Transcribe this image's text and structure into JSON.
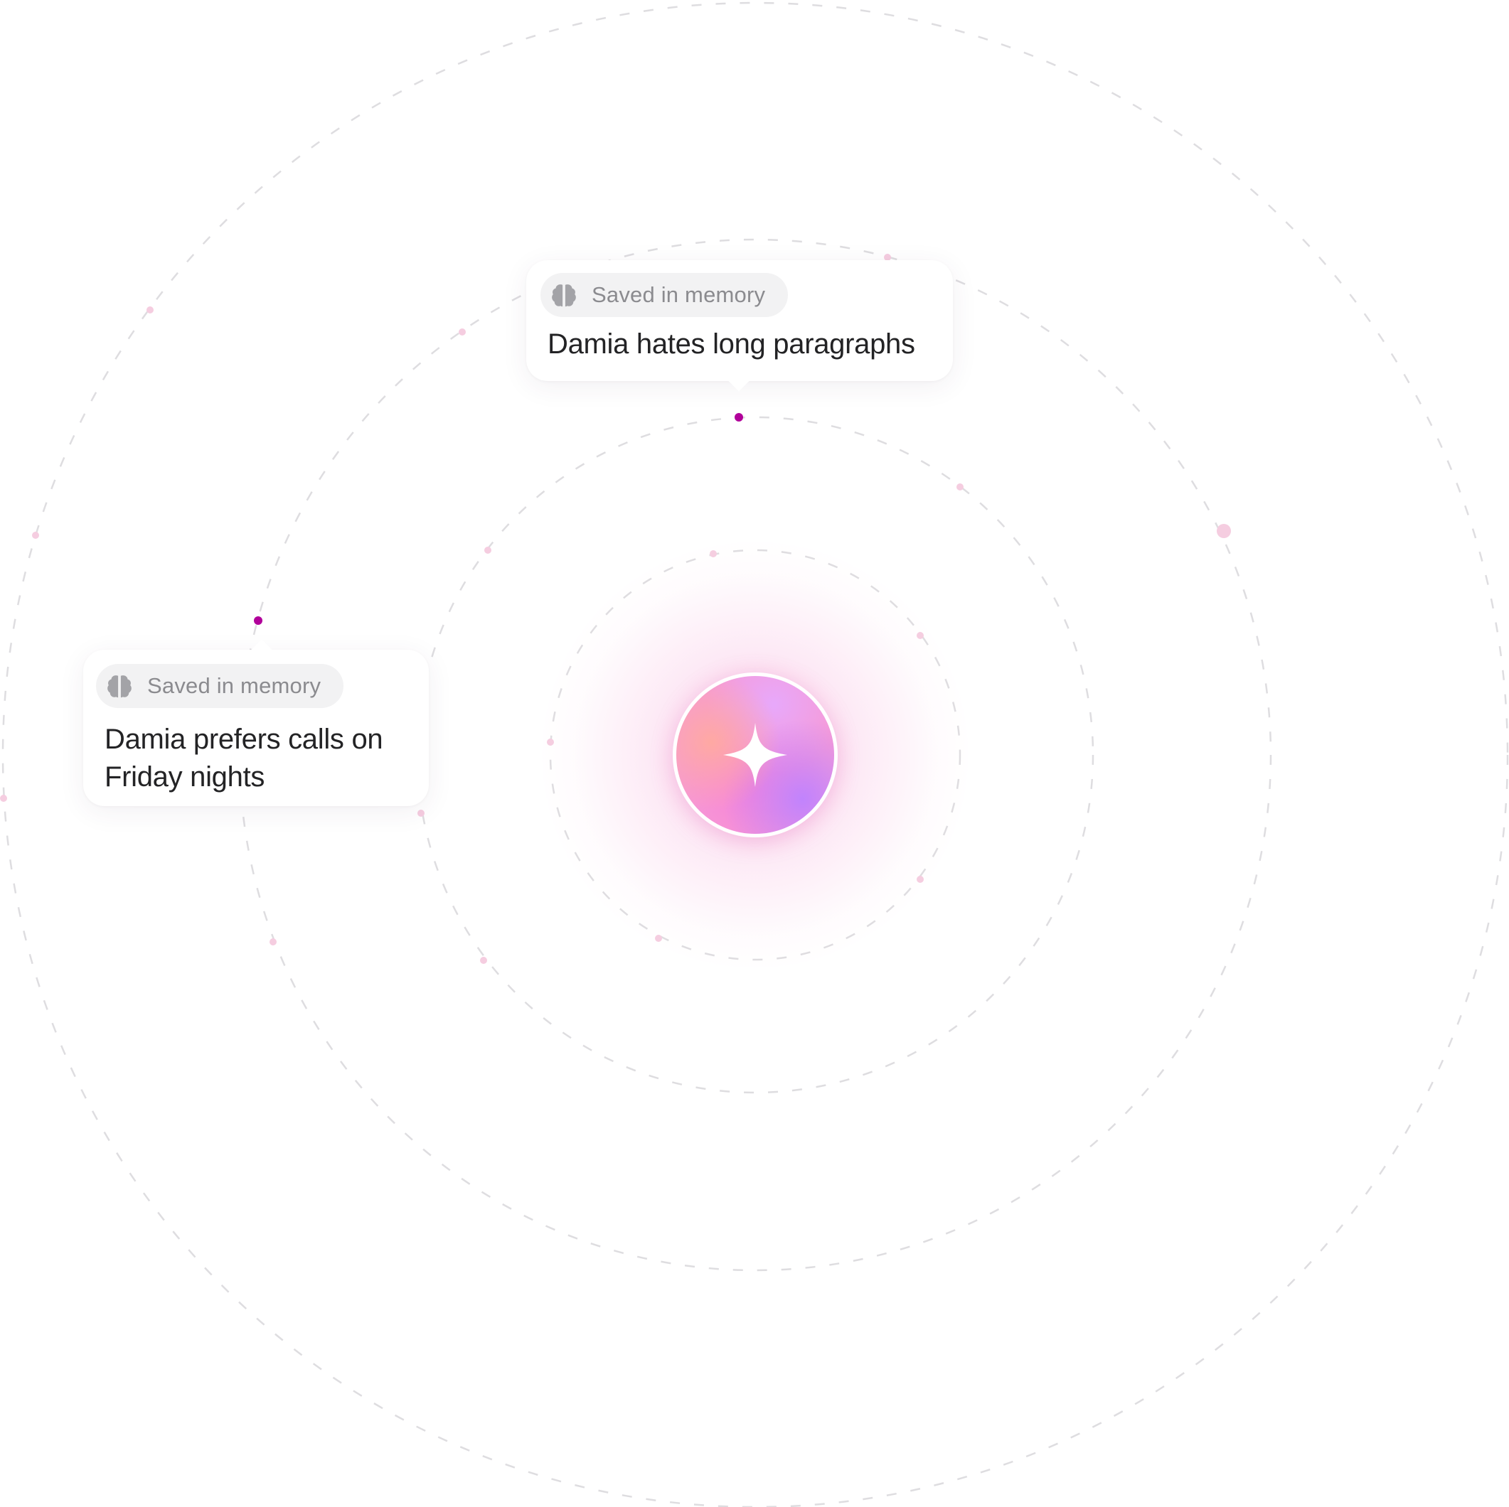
{
  "memories": [
    {
      "badge": "Saved in memory",
      "text": "Damia hates long paragraphs",
      "icon": "brain-icon"
    },
    {
      "badge": "Saved in memory",
      "text": "Damia prefers calls on Friday nights",
      "icon": "brain-icon"
    }
  ],
  "center": {
    "icon": "sparkle-icon"
  },
  "colors": {
    "orbit_line": "#dedde0",
    "dot_faint": "#f5cde0",
    "dot_active": "#b1009a",
    "text": "#232325",
    "badge_text": "#8b8b8f",
    "badge_bg": "#f2f2f3"
  }
}
